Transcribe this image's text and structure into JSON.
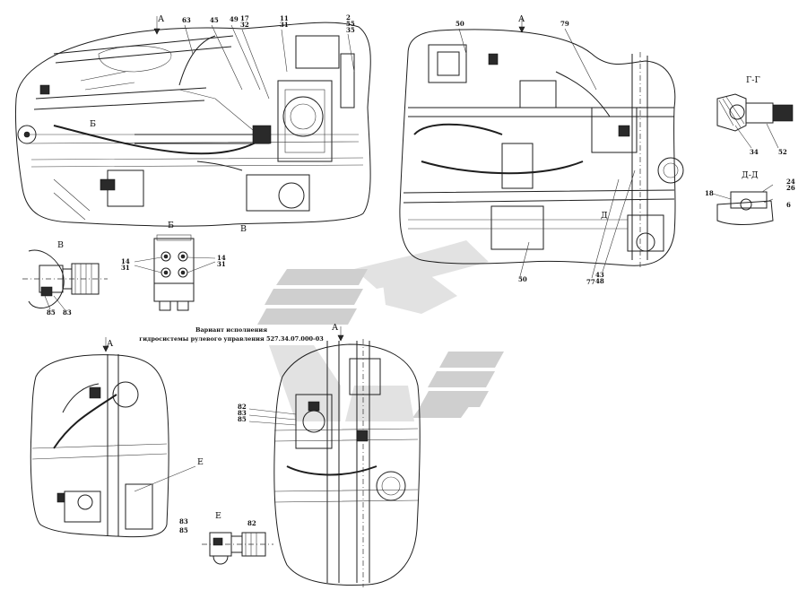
{
  "sheet": {
    "background": "#ffffff",
    "line_color": "#1e1e1e",
    "watermark_color": "#cfcfcf"
  },
  "views": {
    "main_left": {
      "label": "А",
      "callouts": [
        "63",
        "45",
        "49",
        "17",
        "32",
        "11",
        "31",
        "2",
        "55",
        "35",
        "Б",
        "В"
      ]
    },
    "main_right": {
      "label": "А",
      "callouts": [
        "50",
        "79",
        "77",
        "Д",
        "43",
        "48",
        "50"
      ]
    },
    "section_g": {
      "label": "Г-Г",
      "callouts": [
        "34",
        "52"
      ]
    },
    "section_d": {
      "label": "Д-Д",
      "callouts": [
        "18",
        "24",
        "26",
        "6"
      ]
    },
    "view_b": {
      "label": "Б",
      "callouts_left": [
        "14",
        "31"
      ],
      "callouts_right": [
        "14",
        "31"
      ]
    },
    "view_v": {
      "label": "В",
      "callouts": [
        "85",
        "83"
      ]
    },
    "variant_caption": {
      "line1": "Вариант исполнения",
      "line2": "гидросистемы рулевого управления 527.34.07.000-03"
    },
    "alt_left": {
      "label": "А",
      "callouts": [
        "Е"
      ]
    },
    "view_e": {
      "label": "Е",
      "callouts": [
        "83",
        "85",
        "82"
      ]
    },
    "alt_center": {
      "label": "А",
      "callouts": [
        "82",
        "83",
        "85"
      ]
    }
  }
}
